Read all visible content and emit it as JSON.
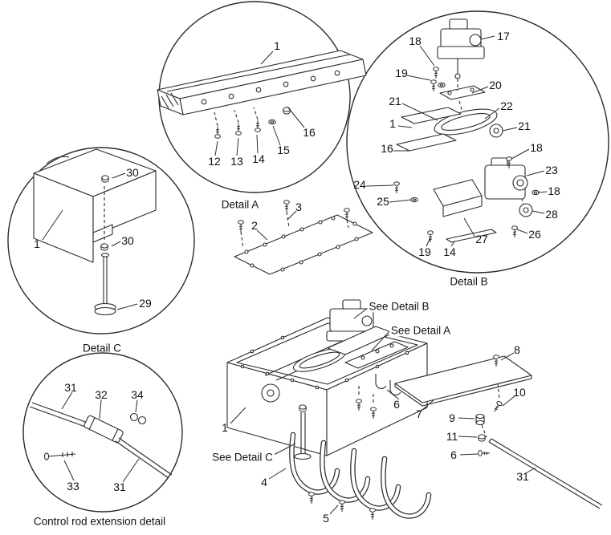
{
  "figure": {
    "background": "#ffffff",
    "line_color": "#2b2b2b",
    "text_color": "#111111"
  },
  "captions": {
    "detail_a": "Detail A",
    "detail_b": "Detail B",
    "detail_c": "Detail C",
    "control_rod": "Control rod extension detail"
  },
  "references": {
    "see_detail_b": "See Detail B",
    "see_detail_a": "See Detail A",
    "see_detail_c": "See Detail C"
  },
  "callouts": {
    "detail_a": [
      "1",
      "16",
      "15",
      "12",
      "13",
      "14"
    ],
    "detail_b": [
      "17",
      "18",
      "19",
      "20",
      "21",
      "22",
      "21",
      "1",
      "18",
      "16",
      "23",
      "24",
      "18",
      "25",
      "28",
      "26",
      "27",
      "19",
      "14"
    ],
    "detail_c": [
      "30",
      "1",
      "30",
      "29"
    ],
    "control_rod": [
      "31",
      "32",
      "34",
      "33",
      "31"
    ],
    "main": [
      "3",
      "2",
      "1",
      "4",
      "5",
      "6",
      "7",
      "8",
      "9",
      "10",
      "11",
      "6",
      "31"
    ]
  }
}
